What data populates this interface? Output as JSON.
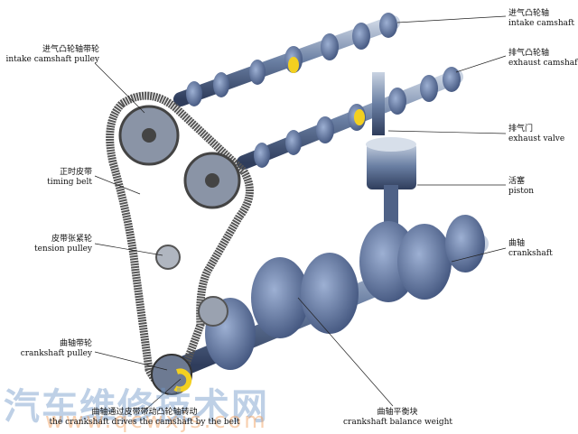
{
  "labels": {
    "intake_camshaft": {
      "zh": "进气凸轮轴",
      "en": "intake camshaft"
    },
    "intake_camshaft_pulley": {
      "zh": "进气凸轮轴带轮",
      "en": "intake camshaft pulley"
    },
    "exhaust_camshaft": {
      "zh": "排气凸轮轴",
      "en": "exhaust camshaft"
    },
    "exhaust_valve": {
      "zh": "排气门",
      "en": "exhaust valve"
    },
    "timing_belt": {
      "zh": "正时皮带",
      "en": "timing belt"
    },
    "piston": {
      "zh": "活塞",
      "en": "piston"
    },
    "tension_pulley": {
      "zh": "皮带张紧轮",
      "en": "tension pulley"
    },
    "crankshaft": {
      "zh": "曲轴",
      "en": "crankshaft"
    },
    "crankshaft_pulley": {
      "zh": "曲轴带轮",
      "en": "crankshaft pulley"
    },
    "belt_drive": {
      "zh": "曲轴通过皮带带动凸轮轴转动",
      "en": "the crankshaft drives the camshaft by the belt"
    },
    "balance_weight": {
      "zh": "曲轴平衡块",
      "en": "crankshaft balance weight"
    }
  },
  "watermark": {
    "name": "汽车维修技术网",
    "url": "www.qcwxjs.com"
  },
  "colors": {
    "metal": "#5a6f90",
    "belt": "#555555",
    "accent": "#f3d020"
  }
}
